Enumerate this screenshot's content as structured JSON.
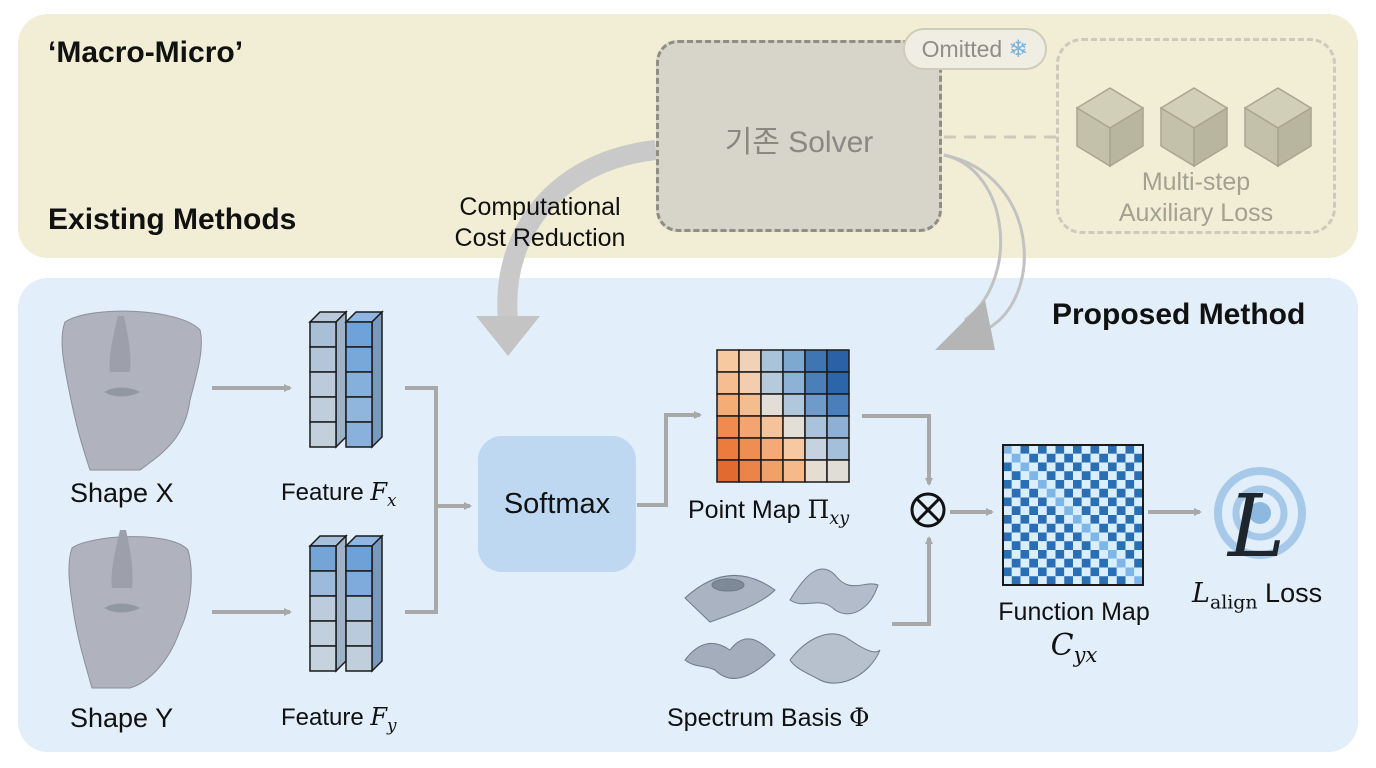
{
  "panels": {
    "top": {
      "title_top": "‘Macro-Micro’",
      "title_bottom": "Existing Methods"
    },
    "bottom": {
      "title": "Proposed Method"
    }
  },
  "existing": {
    "solver_label": "기존 Solver",
    "omitted_badge": "Omitted",
    "omitted_icon": "snowflake-icon",
    "aux_loss_label_line1": "Multi-step",
    "aux_loss_label_line2": "Auxiliary Loss",
    "aux_cube_count": 3,
    "cost_label_line1": "Computational",
    "cost_label_line2": "Cost Reduction"
  },
  "proposed": {
    "shape_x": "Shape X",
    "shape_y": "Shape Y",
    "feature_x": {
      "text": "Feature ",
      "sym": "F",
      "sub": "x"
    },
    "feature_y": {
      "text": "Feature ",
      "sym": "F",
      "sub": "y"
    },
    "softmax": "Softmax",
    "point_map": {
      "text": "Point Map ",
      "sym": "Π",
      "sub": "xy"
    },
    "spectrum": {
      "text": "Spectrum Basis ",
      "sym": "Φ"
    },
    "function_map": {
      "text": "Function Map",
      "sym": "C",
      "sub": "yx"
    },
    "loss": {
      "sym": "L",
      "sub": "align",
      "text": " Loss"
    },
    "operator": "⊗"
  },
  "colors": {
    "top_panel": "#f1eed5",
    "bottom_panel": "#e2eef9",
    "arrow": "#a8a8a8",
    "softmax": "#bdd8f0",
    "funcmap_dark": "#2a6fb4",
    "funcmap_light": "#d9efff"
  },
  "point_map_grid": [
    [
      "#f6c9a0",
      "#f2d2b6",
      "#a9c4da",
      "#7fa8d0",
      "#3f76b2",
      "#2b62a5"
    ],
    [
      "#f5bd90",
      "#f3cdb0",
      "#b5cadb",
      "#8eb2d5",
      "#4a7fba",
      "#2d66a8"
    ],
    [
      "#f5ad78",
      "#f4bd90",
      "#e2ddd6",
      "#b0c7dc",
      "#6f9bcb",
      "#4b7fba"
    ],
    [
      "#ef8b4e",
      "#f4a56f",
      "#f5c39a",
      "#e4dfd6",
      "#a9c3dd",
      "#8db0d4"
    ],
    [
      "#ec7b3e",
      "#ef8e52",
      "#f4aa77",
      "#f6c9a3",
      "#c5d3e0",
      "#a3bfda"
    ],
    [
      "#e06a2f",
      "#ec8348",
      "#f29f68",
      "#f6b98a",
      "#e5ddd2",
      "#e0ddd6"
    ]
  ]
}
